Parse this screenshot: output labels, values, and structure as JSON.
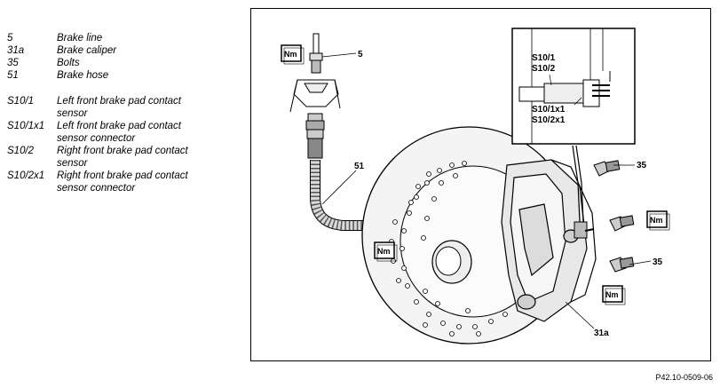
{
  "legend": [
    {
      "code": "5",
      "desc": "Brake line"
    },
    {
      "code": "31a",
      "desc": "Brake caliper"
    },
    {
      "code": "35",
      "desc": "Bolts"
    },
    {
      "code": "51",
      "desc": "Brake hose"
    },
    {
      "code": "S10/1",
      "desc": "Left front brake pad contact sensor"
    },
    {
      "code": "S10/1x1",
      "desc": "Left front brake pad contact sensor connector"
    },
    {
      "code": "S10/2",
      "desc": "Right front brake pad contact sensor"
    },
    {
      "code": "S10/2x1",
      "desc": "Right front brake pad contact sensor connector"
    }
  ],
  "callouts": {
    "brake_line": "5",
    "brake_hose": "51",
    "bolt_top": "35",
    "bolt_bottom": "35",
    "caliper": "31a",
    "inset_s10_1": "S10/1",
    "inset_s10_2": "S10/2",
    "inset_s10_1x1": "S10/1x1",
    "inset_s10_2x1": "S10/2x1"
  },
  "torque_symbol": "Nm",
  "figure_id": "P42.10-0509-06"
}
